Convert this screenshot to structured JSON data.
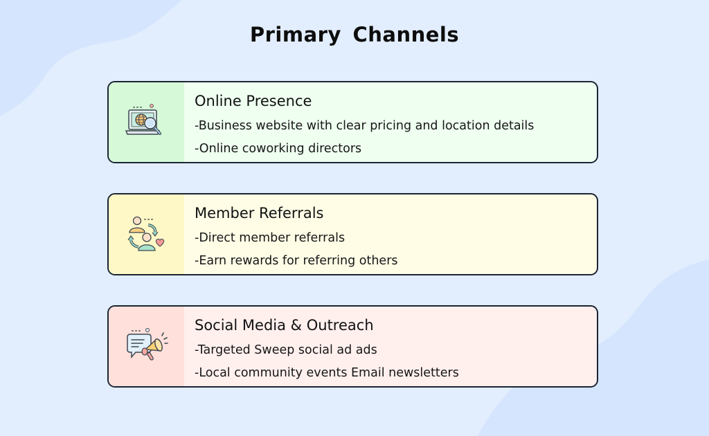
{
  "title": "Primary Channels",
  "colors": {
    "background": "#e2eefe",
    "background_blob": "#d5e5fd",
    "border": "#1a2433",
    "card1_panel": "#d6fad8",
    "card1_body": "#effff0",
    "card2_panel": "#fdf8c6",
    "card2_body": "#fffde6",
    "card3_panel": "#ffe0db",
    "card3_body": "#fff0ee"
  },
  "channels": [
    {
      "icon": "laptop-globe-search-icon",
      "heading": "Online Presence",
      "lines": [
        "-Business website with clear pricing and location details",
        "-Online coworking directors"
      ]
    },
    {
      "icon": "member-referral-icon",
      "heading": "Member Referrals",
      "lines": [
        "-Direct member referrals",
        "-Earn rewards for referring others"
      ]
    },
    {
      "icon": "chat-megaphone-icon",
      "heading": "Social Media & Outreach",
      "lines": [
        "-Targeted Sweep social ad ads",
        "-Local community events Email newsletters"
      ]
    }
  ]
}
